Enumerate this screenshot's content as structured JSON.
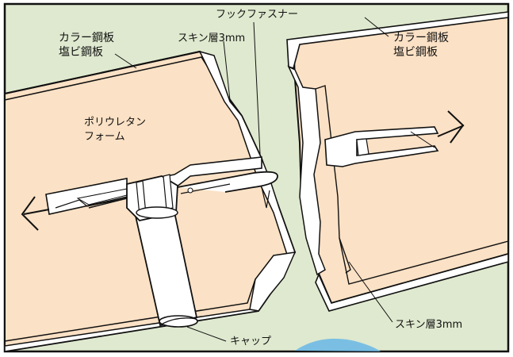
{
  "colors": {
    "background": "#dfe9cf",
    "foam": "#fbe1c5",
    "line": "#111111",
    "sheet": "#ffffff",
    "accent": "#69b7e6"
  },
  "labels": {
    "left_sheet_line1": "カラー鋼板",
    "left_sheet_line2": "塩ビ鋼板",
    "right_sheet_line1": "カラー鋼板",
    "right_sheet_line2": "塩ビ鋼板",
    "skin_top": "スキン層3mm",
    "hook_fastener": "フックファスナー",
    "foam_line1": "ポリウレタン",
    "foam_line2": "フォーム",
    "skin_bottom": "スキン層3mm",
    "cap": "キャップ"
  }
}
